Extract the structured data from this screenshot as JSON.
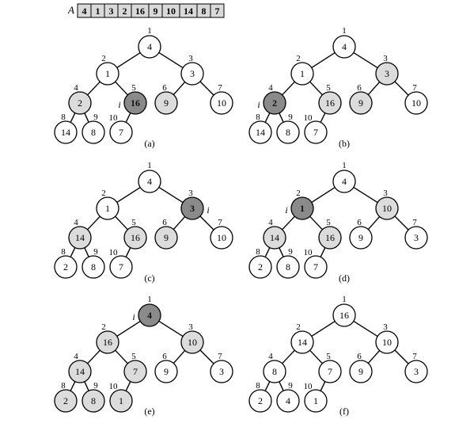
{
  "array": {
    "name": "A",
    "values": [
      "4",
      "1",
      "3",
      "2",
      "16",
      "9",
      "10",
      "14",
      "8",
      "7"
    ]
  },
  "pointer_label": "i",
  "colors": {
    "white": "#ffffff",
    "light": "#dcdcdc",
    "dark": "#8a8a8a",
    "array_cell": "#d9d9d9"
  },
  "panels": [
    {
      "caption": "(a)",
      "keys": [
        "4",
        "1",
        "3",
        "2",
        "16",
        "9",
        "10",
        "14",
        "8",
        "7"
      ],
      "fills": [
        "white",
        "white",
        "white",
        "light",
        "dark",
        "light",
        "white",
        "white",
        "white",
        "white"
      ],
      "pointer_at": 5
    },
    {
      "caption": "(b)",
      "keys": [
        "4",
        "1",
        "3",
        "2",
        "16",
        "9",
        "10",
        "14",
        "8",
        "7"
      ],
      "fills": [
        "white",
        "white",
        "light",
        "dark",
        "light",
        "light",
        "white",
        "white",
        "white",
        "white"
      ],
      "pointer_at": 4
    },
    {
      "caption": "(c)",
      "keys": [
        "4",
        "1",
        "3",
        "14",
        "16",
        "9",
        "10",
        "2",
        "8",
        "7"
      ],
      "fills": [
        "white",
        "white",
        "dark",
        "light",
        "light",
        "light",
        "white",
        "white",
        "white",
        "white"
      ],
      "pointer_at": 3
    },
    {
      "caption": "(d)",
      "keys": [
        "4",
        "1",
        "10",
        "14",
        "16",
        "9",
        "3",
        "2",
        "8",
        "7"
      ],
      "fills": [
        "white",
        "dark",
        "light",
        "light",
        "light",
        "white",
        "white",
        "white",
        "white",
        "white"
      ],
      "pointer_at": 2
    },
    {
      "caption": "(e)",
      "keys": [
        "4",
        "16",
        "10",
        "14",
        "7",
        "9",
        "3",
        "2",
        "8",
        "1"
      ],
      "fills": [
        "dark",
        "light",
        "light",
        "light",
        "light",
        "white",
        "white",
        "light",
        "light",
        "light"
      ],
      "pointer_at": 1
    },
    {
      "caption": "(f)",
      "keys": [
        "16",
        "14",
        "10",
        "8",
        "7",
        "9",
        "3",
        "2",
        "4",
        "1"
      ],
      "fills": [
        "white",
        "white",
        "white",
        "white",
        "white",
        "white",
        "white",
        "white",
        "white",
        "white"
      ],
      "pointer_at": null
    }
  ]
}
